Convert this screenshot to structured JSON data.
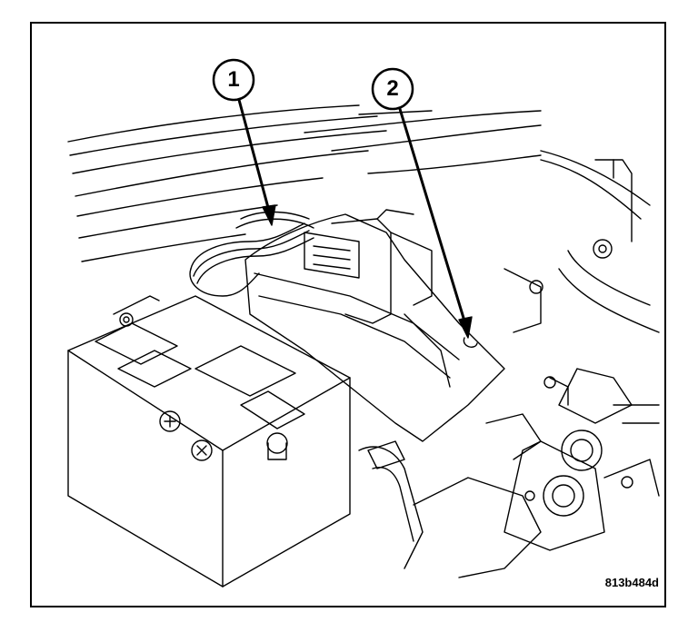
{
  "figure": {
    "code": "813b484d"
  },
  "callouts": [
    {
      "number": "1"
    },
    {
      "number": "2"
    }
  ],
  "colors": {
    "line": "#000000",
    "background": "#ffffff"
  }
}
